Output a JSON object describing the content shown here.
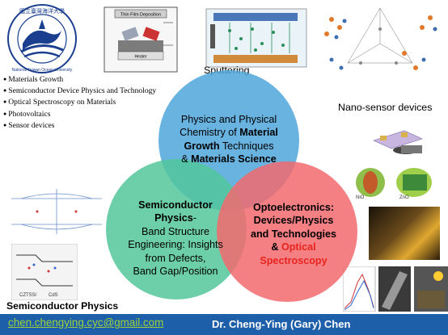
{
  "logo": {
    "cjk_text": "國立臺灣海洋大學",
    "en_text": "National Taiwan Ocean University"
  },
  "bullets": [
    "Materials Growth",
    "Semiconductor Device Physics and Technology",
    "Optical Spectroscopy on Materials",
    "Photovoltaics",
    "Sensor devices"
  ],
  "labels": {
    "sputtering": "Sputtering",
    "nano_sensor": "Nano-sensor devices",
    "semiconductor_physics": "Semiconductor Physics",
    "thin_film": "Thin Film Deposition",
    "heater": "Heater",
    "cztss": "CZTSS/",
    "cds": "CdS",
    "nio": "NiO",
    "zno": "ZnO"
  },
  "circles": {
    "top": {
      "line1": "Physics and Physical",
      "line2_pre": "Chemistry of ",
      "line2_bold": "Material",
      "line3_bold": "Growth",
      "line3_post": " Techniques",
      "line4_pre": "& ",
      "line4_bold": "Materials Science",
      "color": "#4fa6dc"
    },
    "left": {
      "line1_bold": "Semiconductor",
      "line2_bold": "Physics",
      "line2_post": "-",
      "line3": "Band Structure",
      "line4": "Engineering: Insights",
      "line5": "from Defects,",
      "line6": "Band Gap/Position",
      "color": "#52c79b"
    },
    "right": {
      "line1": "Optoelectronics:",
      "line2": "Devices/Physics",
      "line3": "and Technologies",
      "line4_pre": "& ",
      "line4_red": "Optical",
      "line5_red": "Spectroscopy",
      "color": "#f26a6f"
    }
  },
  "footer": {
    "email": "chen.chengying.cyc@gmail.com",
    "author": "Dr. Cheng-Ying (Gary) Chen",
    "color": "#1d5fa8"
  }
}
